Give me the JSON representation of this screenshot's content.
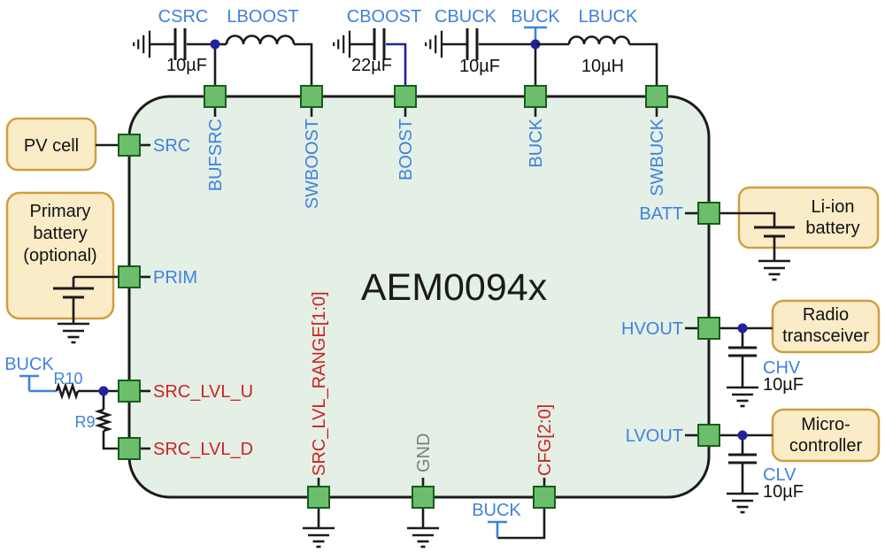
{
  "title": "AEM0094x",
  "chip": {
    "pins": {
      "top": [
        "BUFSRC",
        "SWBOOST",
        "BOOST",
        "BUCK",
        "SWBUCK"
      ],
      "left": [
        "SRC",
        "PRIM",
        "SRC_LVL_U",
        "SRC_LVL_D"
      ],
      "right": [
        "BATT",
        "HVOUT",
        "LVOUT"
      ],
      "bottom": [
        "SRC_LVL_RANGE[1:0]",
        "GND",
        "CFG[2:0]"
      ]
    }
  },
  "components": {
    "csrc": {
      "label": "CSRC",
      "value": "10µF"
    },
    "lboost": {
      "label": "LBOOST"
    },
    "cboost": {
      "label": "CBOOST",
      "value": "22µF"
    },
    "cbuck": {
      "label": "CBUCK",
      "value": "10µF"
    },
    "lbuck": {
      "label": "LBUCK",
      "value": "10µH"
    },
    "r10": {
      "label": "R10"
    },
    "r9": {
      "label": "R9"
    },
    "chv": {
      "label": "CHV",
      "value": "10µF"
    },
    "clv": {
      "label": "CLV",
      "value": "10µF"
    }
  },
  "nets": {
    "buck_top": "BUCK",
    "buck_left": "BUCK",
    "buck_bottom": "BUCK"
  },
  "blocks": {
    "pv_cell": {
      "line1": "PV cell"
    },
    "primary_battery": {
      "line1": "Primary",
      "line2": "battery",
      "line3": "(optional)"
    },
    "li_ion_battery": {
      "line1": "Li-ion",
      "line2": "battery"
    },
    "radio_transceiver": {
      "line1": "Radio",
      "line2": "transceiver"
    },
    "microcontroller": {
      "line1": "Micro-",
      "line2": "controller"
    }
  },
  "colors": {
    "chip_fill": "#e4efe6",
    "pin_fill": "#6cbe6c",
    "pin_border": "#145f1a",
    "block_fill": "#fbecc8",
    "block_border": "#cf9f3f",
    "label_blue": "#3f82dd",
    "label_red": "#cc2320",
    "label_gray": "#7d7d7d",
    "junction_navy": "#22229e",
    "wire_black": "#1a1a1a"
  }
}
